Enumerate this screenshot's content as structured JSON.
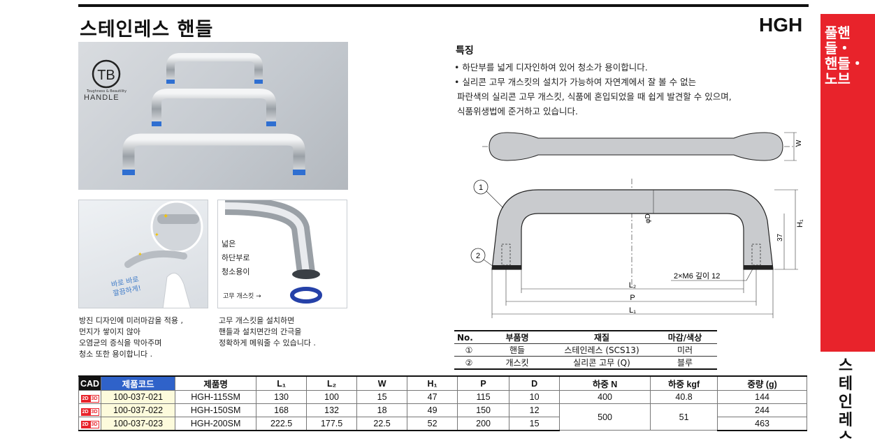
{
  "title": "스테인레스 핸들",
  "model_code": "HGH",
  "side_tab": {
    "red_lines": [
      "풀핸들・",
      "핸들・노브"
    ],
    "black_lines": [
      "스",
      "테",
      "인",
      "레",
      "스"
    ]
  },
  "logo": {
    "mark": "TB",
    "sub": "Toughness & Beautility",
    "word": "HANDLE"
  },
  "photo2": {
    "lines": [
      "넓은",
      "하단부로",
      "청소용이"
    ],
    "gasket_label": "고무 개스킷 →"
  },
  "photo1": {
    "tag_lines": [
      "바로 바로",
      "깔끔하게!"
    ]
  },
  "caption1": [
    "방진 디자인에 미러마감을 적용 ,",
    "먼지가 쌓이지 않아",
    "오염균의 증식을 막아주며",
    "청소 또한 용이합니다 ."
  ],
  "caption2": [
    "고무 개스킷을 설치하면",
    "핸들과 설치면간의 간극을",
    "정확하게 메워줄 수 있습니다 ."
  ],
  "features": {
    "title": "특징",
    "lines": [
      "• 하단부를 넓게 디자인하여 있어 청소가 용이합니다.",
      "• 실리콘 고무 개스킷의 설치가 가능하여 자연계에서 잘 볼 수 없는",
      "  파란색의 실리콘 고무 개스킷, 식품에 혼입되었을 때 쉽게 발견할 수 있으며,",
      "  식품위생법에 준거하고 있습니다."
    ]
  },
  "drawing": {
    "w": "W",
    "h1": "H₁",
    "h_37": "37",
    "phid": "φD",
    "callout1": "1",
    "callout2": "2",
    "thread": "2×M6 깊이 12",
    "l2": "L₂",
    "p": "P",
    "l1": "L₁"
  },
  "parts": {
    "headers": [
      "No.",
      "부품명",
      "재질",
      "마감/색상"
    ],
    "rows": [
      [
        "①",
        "핸들",
        "스테인레스 (SCS13)",
        "미러"
      ],
      [
        "②",
        "개스킷",
        "실리콘 고무 (Q)",
        "블루"
      ]
    ]
  },
  "spec": {
    "headers": [
      "CAD",
      "제품코드",
      "제품명",
      "L₁",
      "L₂",
      "W",
      "H₁",
      "P",
      "D",
      "하중 N",
      "하중 kgf",
      "중량 (g)"
    ],
    "cad_icon": [
      "2D",
      "3D"
    ],
    "rows": [
      {
        "code": "100-037-021",
        "name": "HGH-115SM",
        "l1": "130",
        "l2": "100",
        "w": "15",
        "h1": "47",
        "p": "115",
        "d": "10",
        "weight": "144"
      },
      {
        "code": "100-037-022",
        "name": "HGH-150SM",
        "l1": "168",
        "l2": "132",
        "w": "18",
        "h1": "49",
        "p": "150",
        "d": "12",
        "weight": "244"
      },
      {
        "code": "100-037-023",
        "name": "HGH-200SM",
        "l1": "222.5",
        "l2": "177.5",
        "w": "22.5",
        "h1": "52",
        "p": "200",
        "d": "15",
        "weight": "463"
      }
    ],
    "load_n": [
      "400",
      "500"
    ],
    "load_kgf": [
      "40.8",
      "51"
    ]
  }
}
